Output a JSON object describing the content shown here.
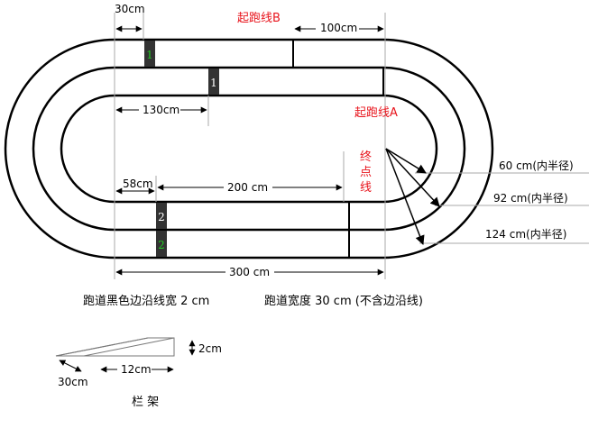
{
  "labels": {
    "start_b": "起跑线B",
    "start_a": "起跑线A",
    "finish": "终点线",
    "dim_30cm_top": "30cm",
    "dim_100cm": "100cm",
    "dim_130cm": "130cm",
    "dim_58cm": "58cm",
    "dim_200cm": "200 cm",
    "dim_300cm": "300 cm",
    "radius_60": "60 cm(内半径)",
    "radius_92": "92 cm(内半径)",
    "radius_124": "124 cm(内半径)",
    "note_edge": "跑道黑色边沿线宽 2 cm",
    "note_width": "跑道宽度 30 cm (不含边沿线)",
    "hurdle_height": "2cm",
    "hurdle_width": "12cm",
    "hurdle_depth": "30cm",
    "hurdle_title": "栏 架"
  },
  "lane_markers": {
    "top_lane1": "1",
    "top_lane2": "1",
    "bottom_lane1": "2",
    "bottom_lane2": "2"
  },
  "colors": {
    "line": "#000000",
    "red_label": "#e8141c",
    "green_number": "#22cc22",
    "marker_bg": "#333333",
    "guide": "#999999"
  }
}
